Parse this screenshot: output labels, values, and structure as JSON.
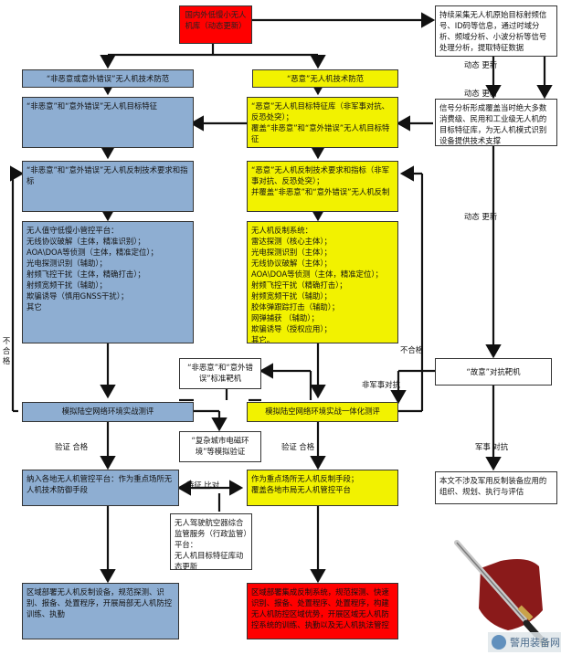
{
  "boxes": {
    "top_red": "国内外低慢小无人机库（动态更新）",
    "top_white": "持续采集无人机原始目标射频信号、ID码等信息，通过时域分析、频域分析、小波分析等信号处理分析，提取特征数据",
    "blue_header": "“非恶意或意外错误”无人机技术防范",
    "yellow_header": "“恶意”无人机技术防范",
    "blue_target": "“非恶意”和“意外错误”无人机目标特征",
    "yellow_target": "“恶意”无人机目标特征库（非军事对抗、反恐处突）；\n覆盖“非恶意”和“意外错误”无人机目标特征",
    "white_signal": "信号分析形成覆盖当时绝大多数消费级、民用和工业级无人机的目标特征库，为无人机模式识别设备提供技术支撑",
    "blue_counter": "“非恶意”和“意外错误”无人机反制技术要求和指标",
    "yellow_counter": "“恶意”无人机反制技术要求和指标（非军事对抗、反恐处突）；\n并覆盖“非恶意”和“意外错误”无人机反制",
    "blue_platform": "无人值守低慢小管控平台：\n无线协议破解（主体，精准识别）；\nAOA\\DOA等侦测（主体，精准定位）；\n光电探测识别（辅助）；\n射频飞控干扰（主体，精确打击）；\n射频宽频干扰（辅助）；\n欺骗诱导（慎用GNSS干扰）；\n其它",
    "yellow_system": "无人机反制系统：\n雷达探测（核心主体）；\n光电探测识别（主体）；\n无线协议破解（主体）；\nAOA\\DOA等侦测（主体，精准定位）；\n射频飞控干扰（精确打击）；\n射频宽频干扰（辅助）；\n胶体弹跟踪打击（辅助）；\n网弹捕获 （辅助）；\n欺骗诱导（授权应用）；\n其它。",
    "middle_target": "“非恶意”和“意外错误”标准靶机",
    "white_malicious_target": "“故意”对抗靶机",
    "blue_eval": "模拟陆空网络环境实战测评",
    "yellow_eval": "模拟陆空网络环境实战一体化测评",
    "middle_city": "“复杂城市电磁环境”等模拟验证",
    "blue_platform2": "纳入各地无人机管控平台：作为重点场所无人机技术防御手段",
    "yellow_means": "作为重点场所无人机反制手段；\n覆盖各地市局无人机管控平台",
    "middle_regulate": "无人驾驶航空器综合监管服务（行政监管）平台：\n无人机目标特征库动态更新",
    "white_military": "本文不涉及军用反制装备应用的组织、规划、执行与评估",
    "blue_deploy": "区域部署无人机反制设备，规范探测、识别、报备、处置程序，开展局部无人机防控训练、执勤",
    "red_deploy": "区域部署集成反制系统，规范探测、快速识别、报备、处置程序、处置程序，构建无人机防控区域优势，开展区域无人机防控系统的训练、执勤以及无人机执法管控"
  },
  "labels": {
    "dynamic_update_1": "动态  更新",
    "dynamic_update_2": "动态  更新",
    "dynamic_update_3": "动态  更新",
    "unqualified_left": "不\n合\n格",
    "unqualified_right": "不合格",
    "non_military": "非军事对抗",
    "verify_left": "验证  合格",
    "verify_right": "验证  合格",
    "feature_compare": "特征  比对",
    "military": "军事  对抗"
  },
  "watermark": {
    "site_name": "警用装备网"
  }
}
